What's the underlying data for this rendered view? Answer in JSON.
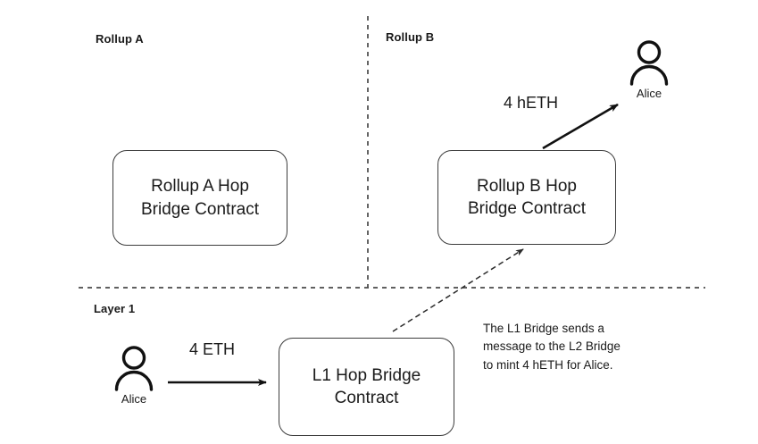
{
  "diagram": {
    "title": "Hop Protocol L1 to Rollup B bridge flow",
    "background_color": "#ffffff",
    "stroke_color": "#3d3d3d",
    "text_color": "#1a1a1a"
  },
  "zones": {
    "rollup_a_label": "Rollup A",
    "rollup_b_label": "Rollup B",
    "layer1_label": "Layer 1"
  },
  "nodes": {
    "rollup_a_contract": "Rollup A Hop\nBridge Contract",
    "rollup_b_contract": "Rollup B Hop\nBridge Contract",
    "l1_contract": "L1 Hop Bridge\nContract"
  },
  "actors": {
    "alice_rollup_b": "Alice",
    "alice_layer1": "Alice"
  },
  "edges": {
    "heth_transfer_label": "4 hETH",
    "eth_deposit_label": "4 ETH"
  },
  "annotations": {
    "bridge_message_note": "The L1 Bridge sends a\nmessage to the L2 Bridge\nto mint 4 hETH for Alice."
  },
  "icons": {
    "person": "person-icon",
    "arrow_solid": "arrow-solid-icon",
    "arrow_dashed": "arrow-dashed-icon"
  }
}
